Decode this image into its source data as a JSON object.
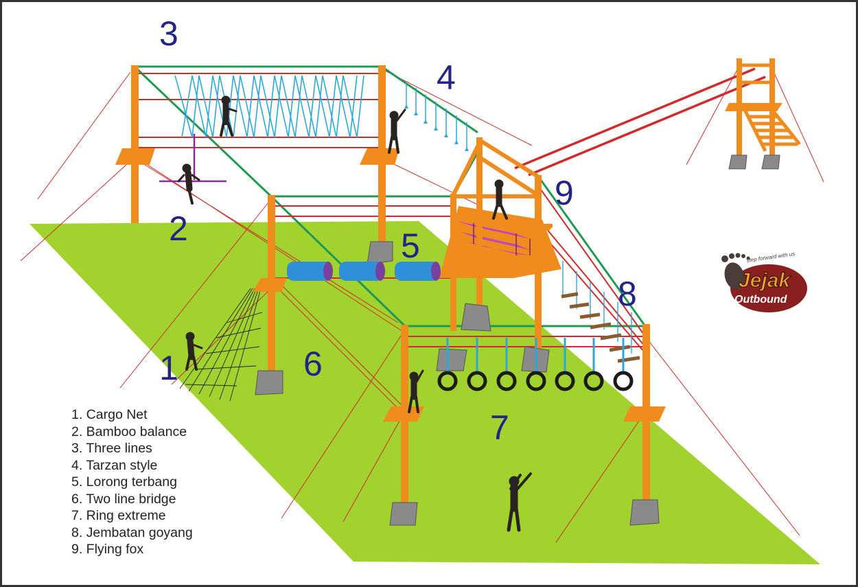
{
  "labels": {
    "n1": "1",
    "n2": "2",
    "n3": "3",
    "n4": "4",
    "n5": "5",
    "n6": "6",
    "n7": "7",
    "n8": "8",
    "n9": "9"
  },
  "legend": [
    "1. Cargo Net",
    "2. Bamboo balance",
    "3. Three lines",
    "4. Tarzan style",
    "5. Lorong terbang",
    "6. Two line bridge",
    "7. Ring extreme",
    "8. Jembatan goyang",
    "9. Flying fox"
  ],
  "logo": {
    "tagline": "step forward with us",
    "name": "Jejak",
    "sub": "Outbound"
  },
  "colors": {
    "ground": "#a2d22e",
    "pole": "#f08c1e",
    "cable_red": "#d22a2a",
    "cable_green": "#1f9a52",
    "rope_blue": "#2aa8dc",
    "tube_blue": "#2f8fd8",
    "number_text": "#23238a",
    "footing": "#8a8a8a"
  }
}
